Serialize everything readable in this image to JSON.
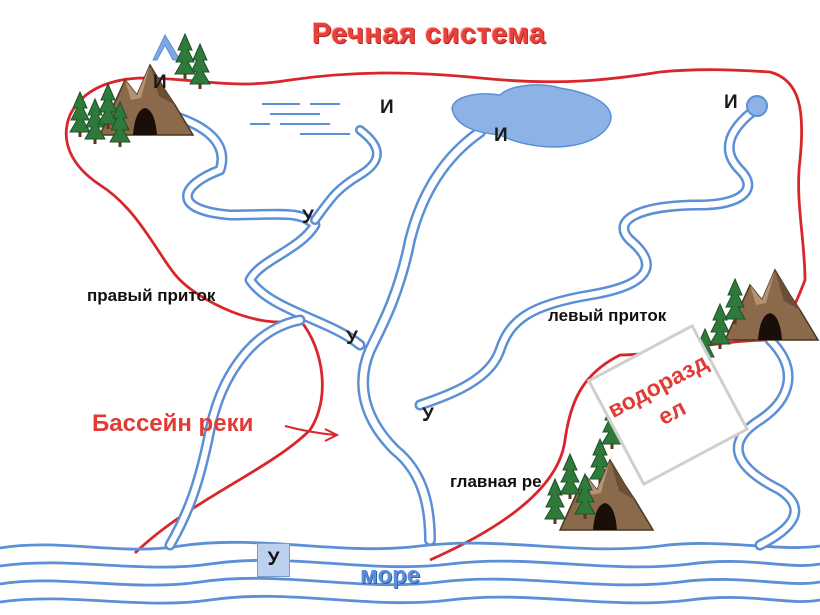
{
  "title": "Речная система",
  "labels": {
    "source_code": "И",
    "mouth_code": "У",
    "right_tributary": "правый приток",
    "left_tributary": "левый приток",
    "basin": "Бассейн реки",
    "main_river": "главная ре",
    "watershed": "водораздел",
    "sea": "море"
  },
  "colors": {
    "river": "#5b8fd6",
    "river_fill": "#ffffff",
    "basin_line": "#d9262b",
    "lake": "#8db3e6",
    "sea": "#5b8fd6",
    "title": "#e8413c"
  },
  "icons": [
    "mountain-icon",
    "cave-icon",
    "tree-icon",
    "lake-icon",
    "spring-icon"
  ]
}
